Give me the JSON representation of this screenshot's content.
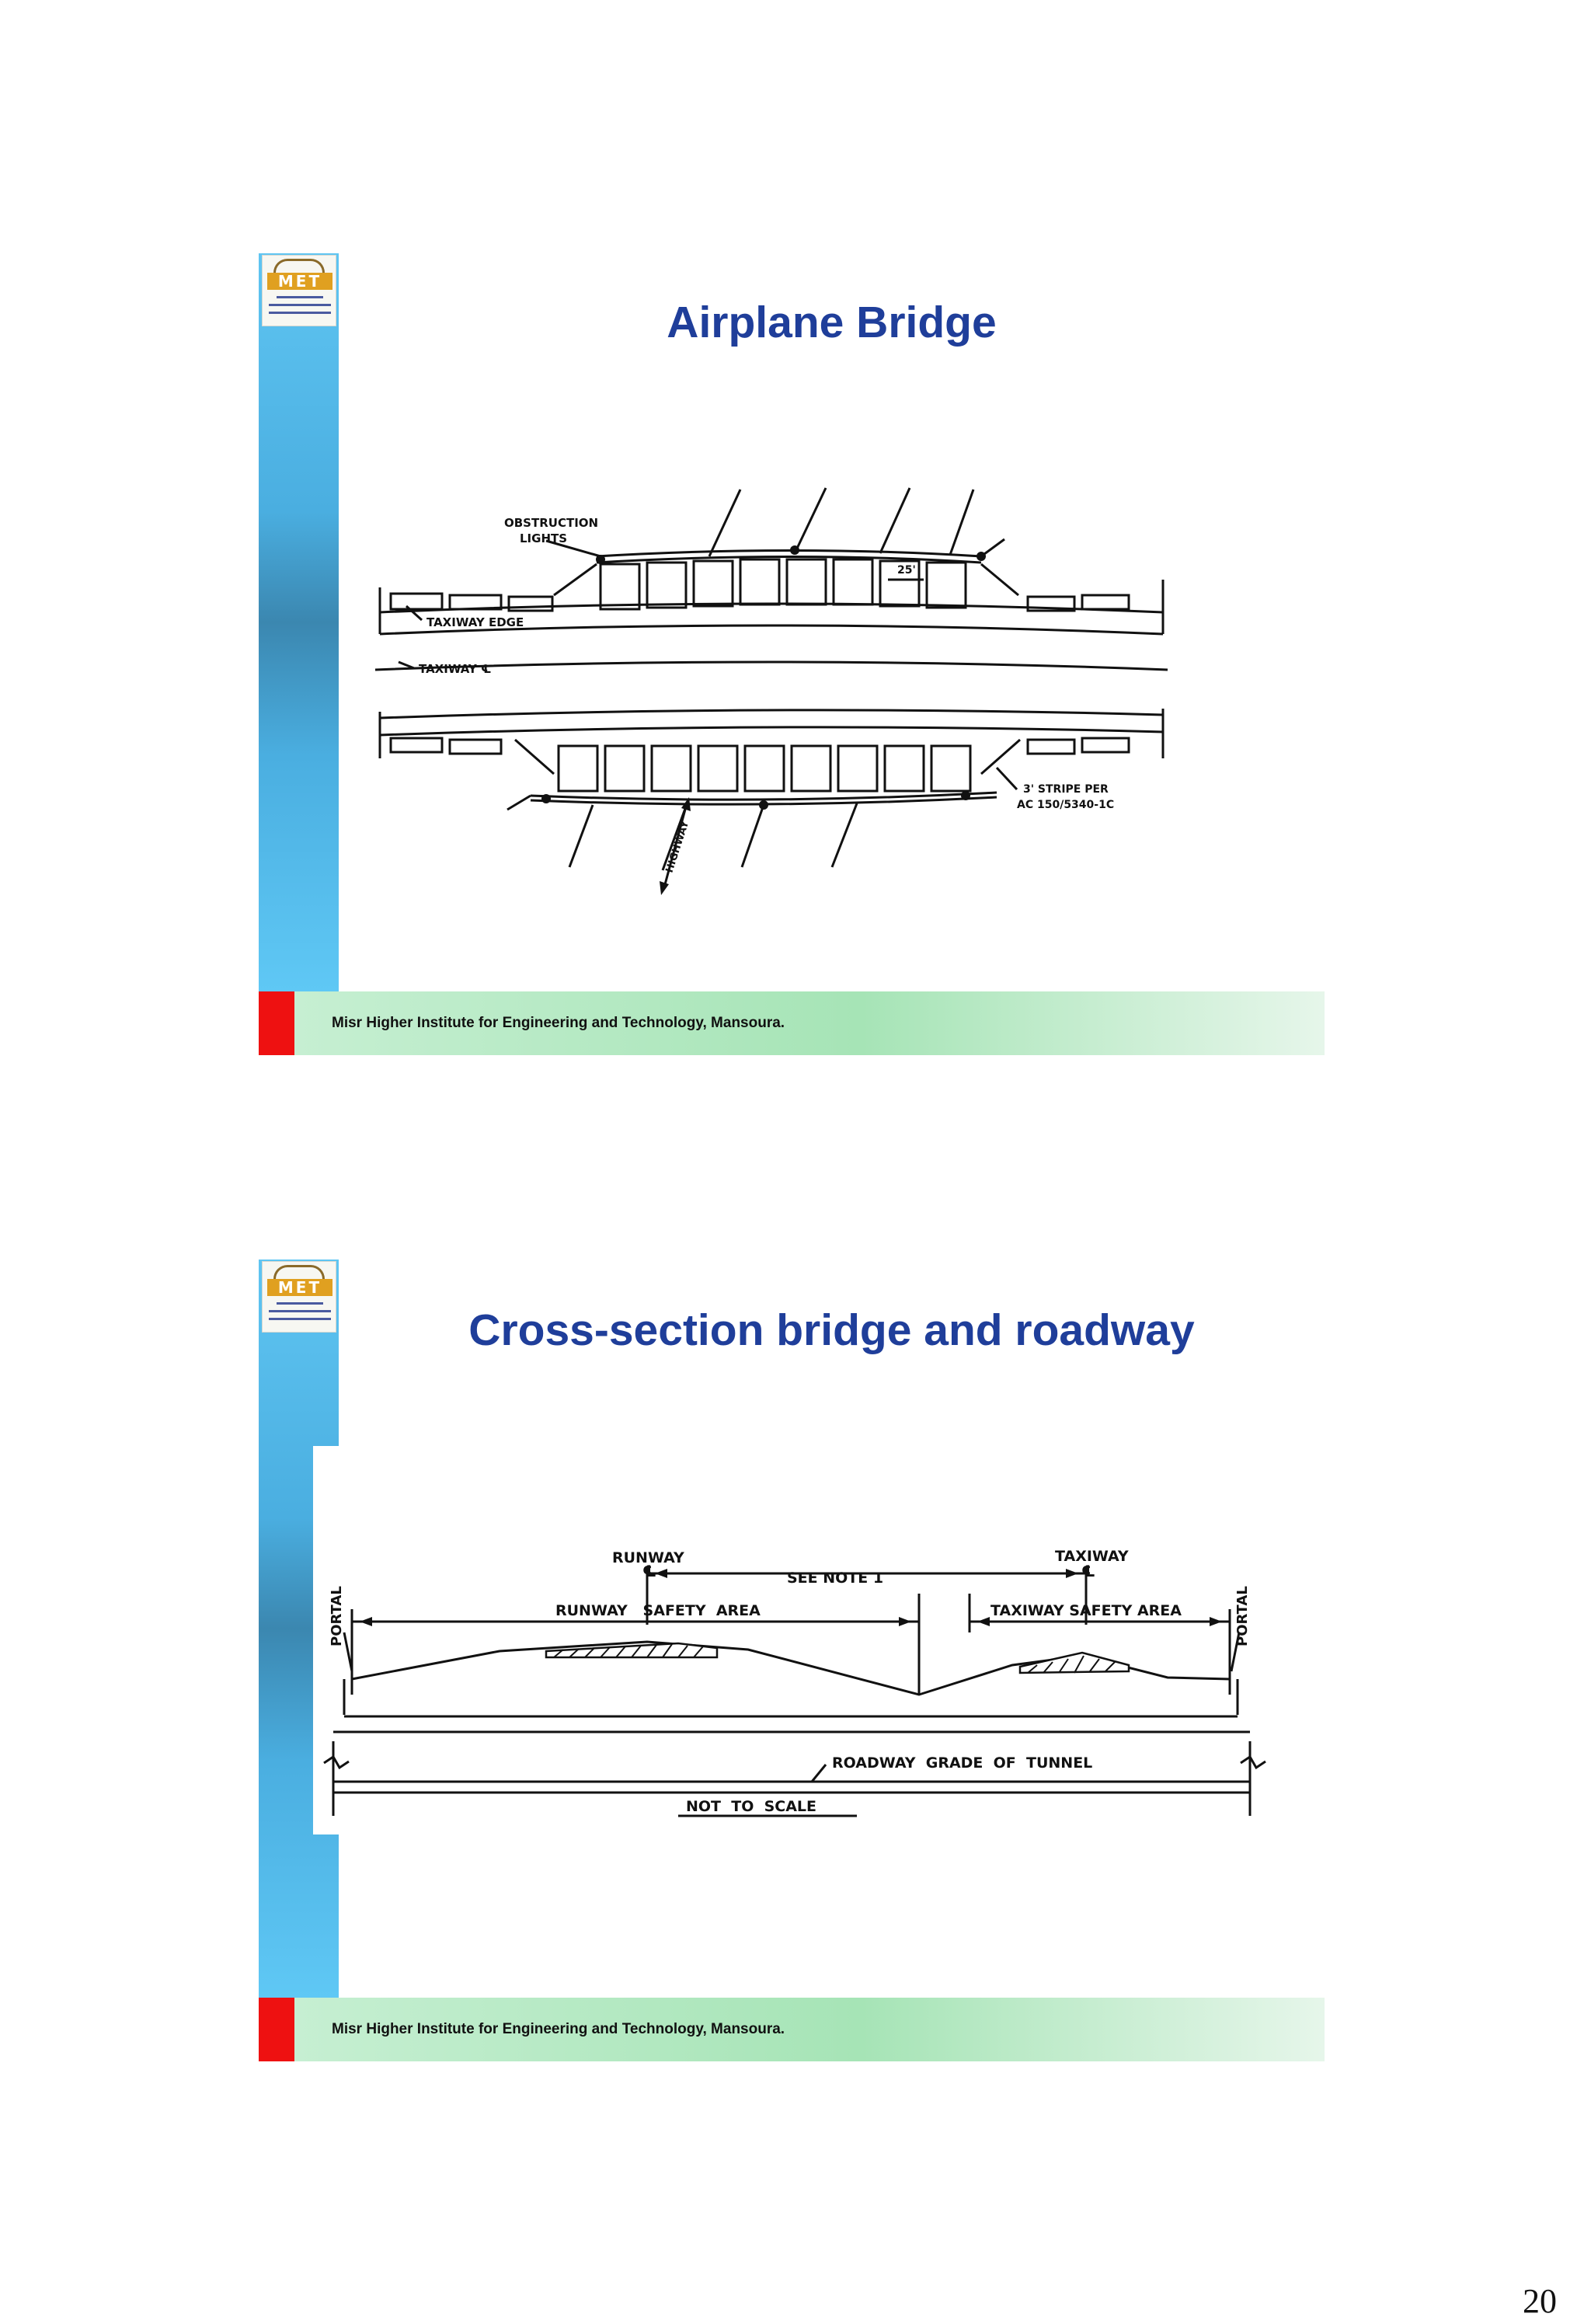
{
  "slides": [
    {
      "title": "Airplane Bridge",
      "footer": "Misr Higher Institute for Engineering and Technology, Mansoura.",
      "logo_text": "MET",
      "drawing_labels": {
        "obstruction_line1": "OBSTRUCTION",
        "obstruction_line2": "LIGHTS",
        "dimension": "25'",
        "taxiway_edge": "TAXIWAY EDGE",
        "taxiway_cl": "TAXIWAY ℄",
        "stripe_line1": "3' STRIPE PER",
        "stripe_line2": "AC 150/5340-1C",
        "highway": "HIGHWAY"
      }
    },
    {
      "title": "Cross-section bridge and roadway",
      "footer": "Misr Higher Institute for Engineering and Technology, Mansoura.",
      "logo_text": "MET",
      "drawing_labels": {
        "runway": "RUNWAY",
        "taxiway": "TAXIWAY",
        "centerline": "℄",
        "see_note": "SEE NOTE 1",
        "runway_safety_area": "RUNWAY   SAFETY  AREA",
        "taxiway_safety_area": "TAXIWAY SAFETY AREA",
        "portal_left": "PORTAL",
        "portal_right": "PORTAL",
        "roadway_grade": "ROADWAY  GRADE  OF  TUNNEL",
        "not_to_scale": "NOT  TO  SCALE"
      }
    }
  ],
  "page_number": "20"
}
